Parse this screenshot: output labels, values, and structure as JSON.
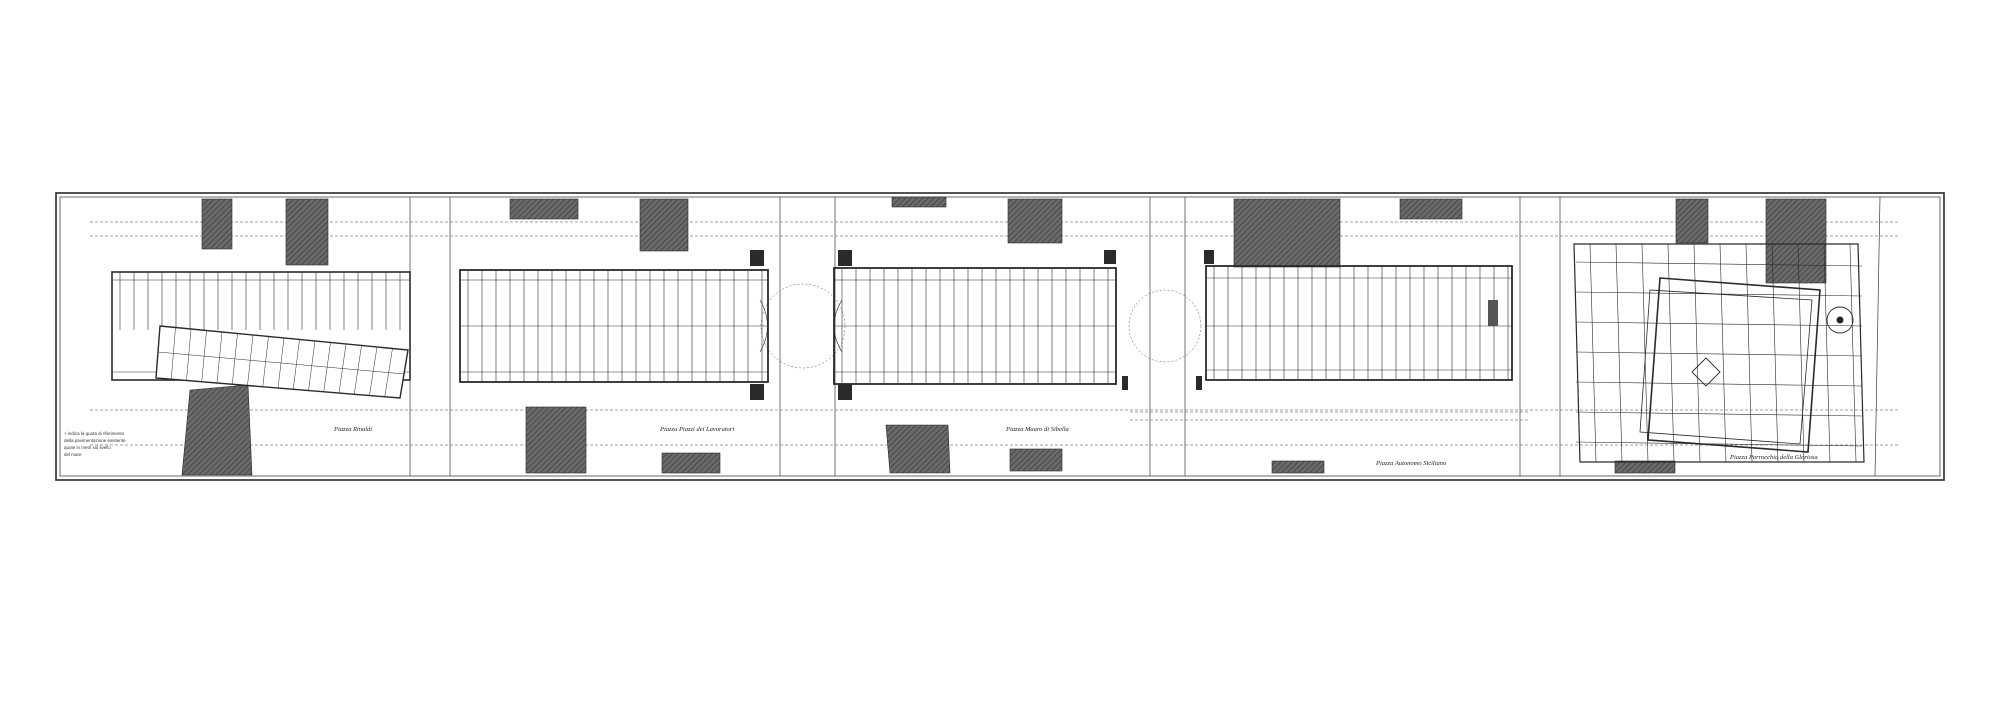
{
  "drawing": {
    "colors": {
      "paper": "#ffffff",
      "ink": "#2a2a2a",
      "hatch": "#4a4a4a",
      "building_fill": "#5b5b5b"
    },
    "piazzas": [
      {
        "id": "rinaldi",
        "label": "Piazza Rinaldi"
      },
      {
        "id": "lavoratori",
        "label": "Piazza Piazzi dei Lavoratori"
      },
      {
        "id": "sibella",
        "label": "Piazza Mauro di Sibella"
      },
      {
        "id": "siciliano",
        "label": "Piazza Autonomo Siciliano"
      },
      {
        "id": "gloriosa",
        "label": "Piazza Parrocchia della Gloriosa"
      }
    ],
    "notes": [
      "+ indica la quota di riferimento",
      "della pavimentazione esistente",
      "quote in metri sul livello",
      "del mare"
    ]
  }
}
